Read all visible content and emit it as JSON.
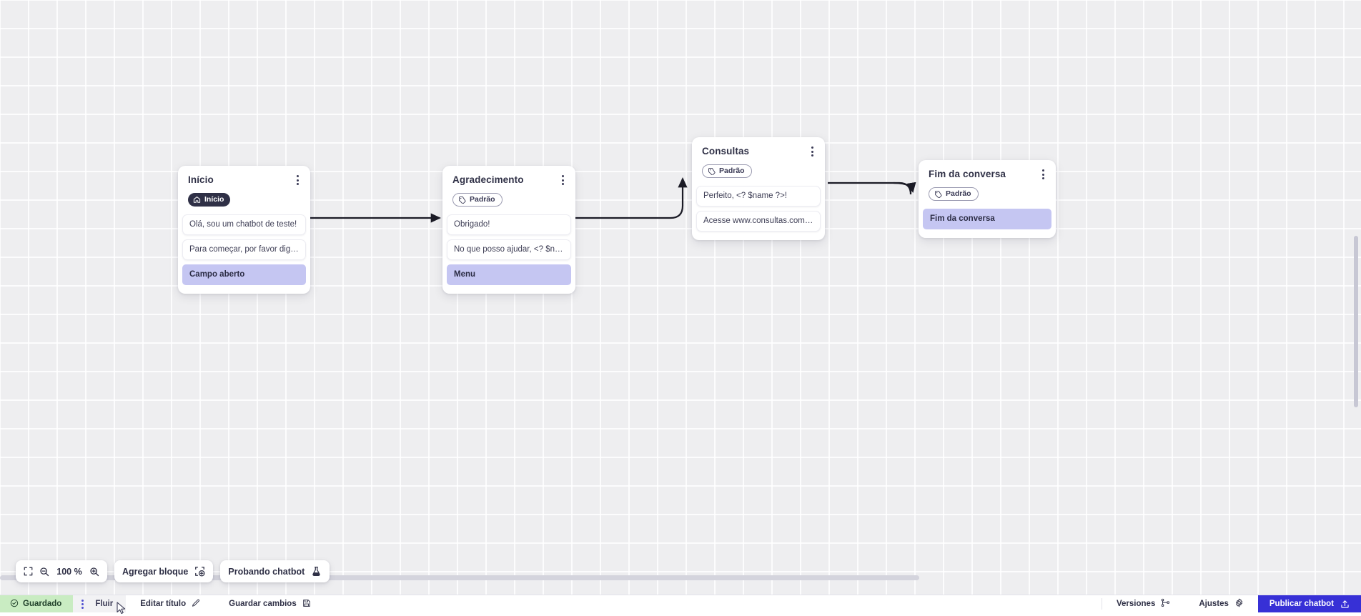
{
  "canvas": {
    "grid": "40px",
    "background_color": "#eeeef0"
  },
  "nodes": [
    {
      "title": "Início",
      "badge": {
        "label": "Início",
        "icon": "home-icon",
        "style": "dark"
      },
      "messages": [
        {
          "text": "Olá, sou um chatbot de teste!",
          "style": "plain"
        },
        {
          "text": "Para começar, por favor digite o ...",
          "style": "plain"
        },
        {
          "text": "Campo aberto",
          "style": "accent"
        }
      ]
    },
    {
      "title": "Agradecimento",
      "badge": {
        "label": "Padrão",
        "icon": "tag-icon",
        "style": "outline"
      },
      "messages": [
        {
          "text": "Obrigado!",
          "style": "plain"
        },
        {
          "text": "No que posso ajudar, <? $name ...",
          "style": "plain"
        },
        {
          "text": "Menu",
          "style": "accent"
        }
      ]
    },
    {
      "title": "Consultas",
      "badge": {
        "label": "Padrão",
        "icon": "tag-icon",
        "style": "outline"
      },
      "messages": [
        {
          "text": "Perfeito, <? $name ?>!",
          "style": "plain"
        },
        {
          "text": "Acesse www.consultas.com par...",
          "style": "plain"
        }
      ]
    },
    {
      "title": "Fim da conversa",
      "badge": {
        "label": "Padrão",
        "icon": "tag-icon",
        "style": "outline"
      },
      "messages": [
        {
          "text": "Fim da conversa",
          "style": "accent"
        }
      ]
    }
  ],
  "toolbar": {
    "fit_icon": "fit-screen-icon",
    "zoom_out_icon": "zoom-out-icon",
    "zoom_level": "100 %",
    "zoom_in_icon": "zoom-in-icon",
    "add_block_label": "Agregar bloque",
    "add_block_icon": "add-block-icon",
    "test_chatbot_label": "Probando chatbot",
    "test_chatbot_icon": "flask-icon"
  },
  "bottom_bar": {
    "saved_label": "Guardado",
    "saved_icon": "check-circle-icon",
    "flow_label": "Fluir",
    "flow_menu_icon": "kebab-icon",
    "edit_title_label": "Editar título",
    "edit_title_icon": "pencil-icon",
    "save_changes_label": "Guardar cambios",
    "save_changes_icon": "floppy-icon",
    "versions_label": "Versiones",
    "versions_icon": "branch-icon",
    "settings_label": "Ajustes",
    "settings_icon": "gear-icon",
    "publish_label": "Publicar chatbot",
    "publish_icon": "upload-icon"
  },
  "colors": {
    "publish_bg": "#3730d6",
    "saved_bg": "#c9ecc2",
    "accent_msg": "#c5c6f2",
    "badge_dark": "#2f3046"
  }
}
